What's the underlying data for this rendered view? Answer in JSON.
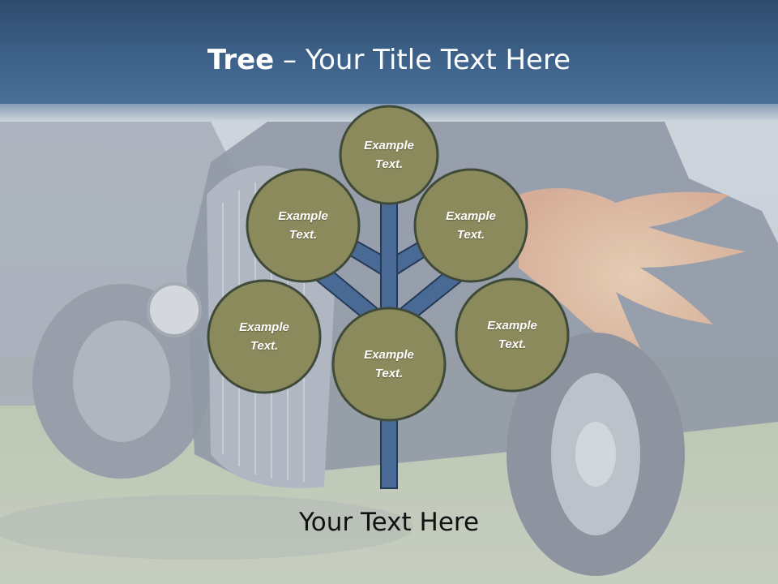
{
  "title": {
    "bold_part": "Tree",
    "rest": " – Your Title Text Here"
  },
  "nodes": [
    {
      "id": "top",
      "line1": "Example",
      "line2": "Text."
    },
    {
      "id": "upper-left",
      "line1": "Example",
      "line2": "Text."
    },
    {
      "id": "upper-right",
      "line1": "Example",
      "line2": "Text."
    },
    {
      "id": "lower-left",
      "line1": "Example",
      "line2": "Text."
    },
    {
      "id": "center",
      "line1": "Example",
      "line2": "Text."
    },
    {
      "id": "lower-right",
      "line1": "Example",
      "line2": "Text."
    }
  ],
  "bottom_text": "Your Text Here",
  "colors": {
    "title_bar": "#3d6188",
    "node_fill": "#8b8a5c",
    "node_stroke": "#3f4a38",
    "branch_fill": "#4a6a96",
    "branch_stroke": "#243a56"
  }
}
